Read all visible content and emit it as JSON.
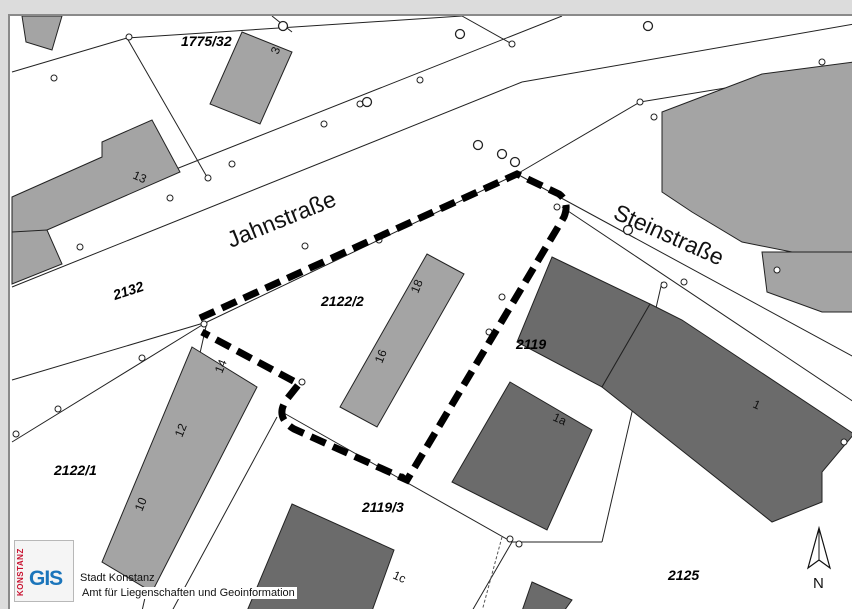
{
  "parcels": [
    {
      "id": "p1775",
      "label": "1775/32"
    },
    {
      "id": "p2132",
      "label": "2132"
    },
    {
      "id": "p2122_2",
      "label": "2122/2"
    },
    {
      "id": "p2119",
      "label": "2119"
    },
    {
      "id": "p2122_1",
      "label": "2122/1"
    },
    {
      "id": "p2119_3",
      "label": "2119/3"
    },
    {
      "id": "p2125",
      "label": "2125"
    }
  ],
  "streets": [
    {
      "id": "jahnstrasse",
      "label": "Jahnstraße"
    },
    {
      "id": "steinstrasse",
      "label": "Steinstraße"
    }
  ],
  "house_numbers": {
    "h3": "3",
    "h13": "13",
    "h18": "18",
    "h16": "16",
    "h14": "14",
    "h12": "12",
    "h10": "10",
    "h1a": "1a",
    "h1": "1",
    "h1c": "1c"
  },
  "logo": {
    "vertical_text": "KONSTANZ",
    "gis_text": "GIS",
    "city": "Stadt Konstanz",
    "department": "Amt für Liegenschaften und Geoinformation"
  },
  "north_arrow": {
    "label": "N"
  },
  "colors": {
    "building_light": "#a4a4a4",
    "building_dark": "#6b6b6b",
    "boundary": "#000000",
    "logo_red": "#c8102e",
    "logo_blue": "#1b75bb"
  }
}
